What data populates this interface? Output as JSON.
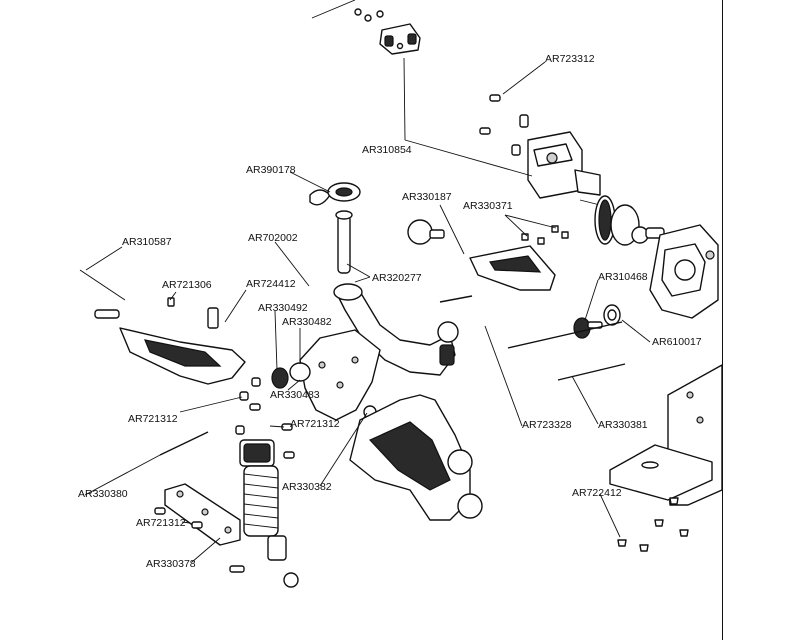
{
  "labels": {
    "ar723312": "AR723312",
    "ar310854": "AR310854",
    "ar390178": "AR390178",
    "ar330187": "AR330187",
    "ar330371": "AR330371",
    "ar702002": "AR702002",
    "ar310587": "AR310587",
    "ar724412": "AR724412",
    "ar721306": "AR721306",
    "ar320277": "AR320277",
    "ar310468": "AR310468",
    "ar330492": "AR330492",
    "ar330482": "AR330482",
    "ar610017": "AR610017",
    "ar721312_a": "AR721312",
    "ar330483": "AR330483",
    "ar721312_b": "AR721312",
    "ar723328": "AR723328",
    "ar330381": "AR330381",
    "ar330380": "AR330380",
    "ar330382": "AR330382",
    "ar722412": "AR722412",
    "ar721312_c": "AR721312",
    "ar330378": "AR330378"
  }
}
